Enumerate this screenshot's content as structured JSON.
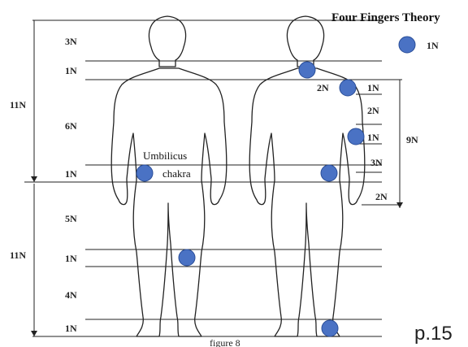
{
  "title": "Four Fingers Theory",
  "legend": {
    "label": "1N",
    "color": "#4a72c4"
  },
  "accent_color": "#4a72c4",
  "left_scale": {
    "upper_total": "11N",
    "lower_total": "11N",
    "segments": [
      "3N",
      "1N",
      "6N",
      "1N",
      "5N",
      "1N",
      "4N",
      "1N"
    ]
  },
  "back_figure": {
    "neck_label": "2N",
    "arm_labels": [
      "1N",
      "2N",
      "1N",
      "3N",
      "2N"
    ],
    "arm_total": "9N"
  },
  "umbilicus_label_1": "Umbilicus",
  "umbilicus_label_2": "chakra",
  "caption": "figure 8",
  "page_number": "p.15"
}
